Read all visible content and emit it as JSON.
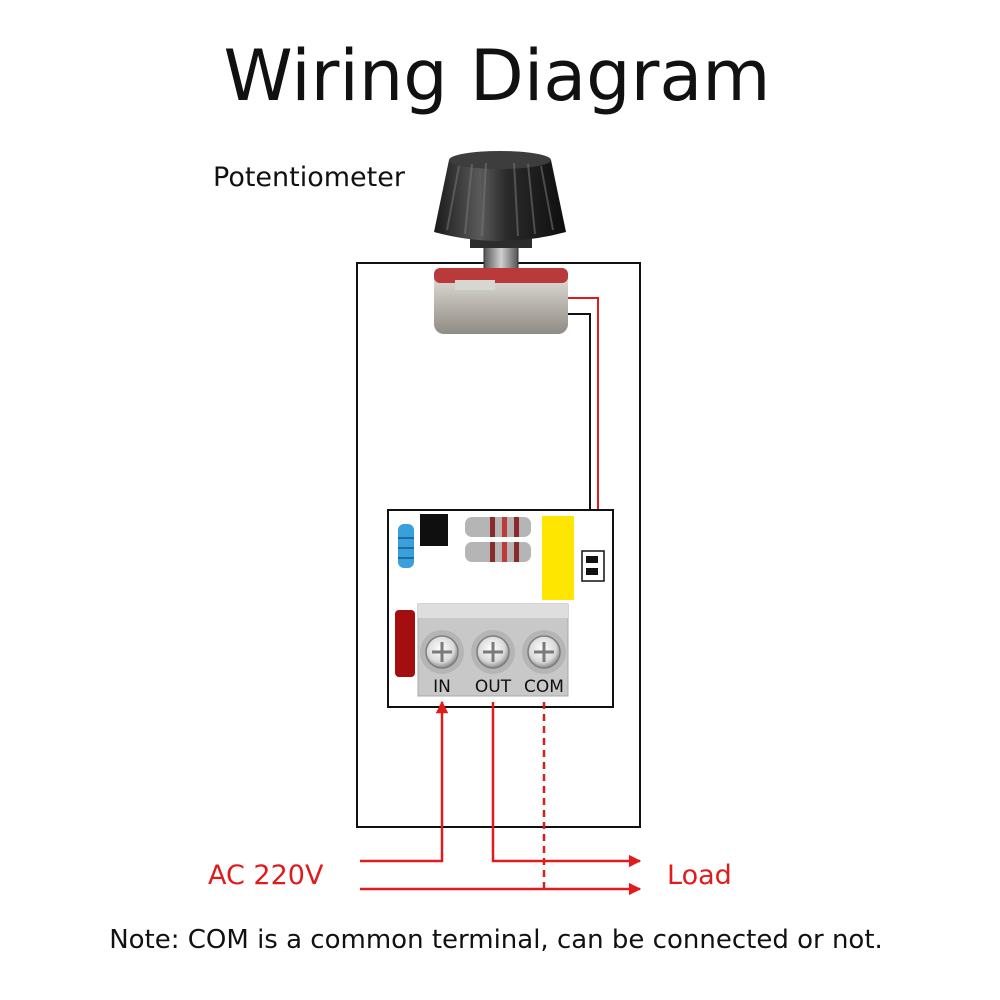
{
  "title": "Wiring Diagram",
  "potentiometer_label": "Potentiometer",
  "terminals": [
    "IN",
    "OUT",
    "COM"
  ],
  "source_label": "AC 220V",
  "load_label": "Load",
  "note": "Note: COM is a common terminal, can be connected or not.",
  "colors": {
    "wire_red": "#e01b1b",
    "outline": "#111111",
    "terminal_block": "#c8c8c8",
    "capacitor_yellow": "#ffe600",
    "resistor_red": "#a40e0e"
  }
}
